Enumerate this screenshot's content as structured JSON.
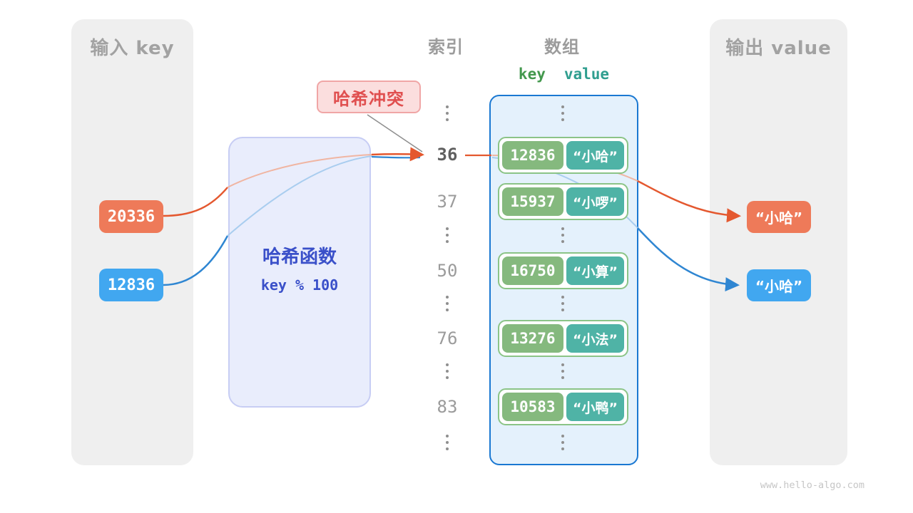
{
  "colors": {
    "orange_box": "#ee7a59",
    "orange_stroke": "#e4582f",
    "orange_light": "#f0b5a2",
    "blue_box": "#41a7f0",
    "blue_stroke": "#2f86d2",
    "blue_light": "#a9cdef",
    "key_green": "#85b97e",
    "value_teal": "#4fb3a6",
    "row_border_green": "#8bc487",
    "array_border_blue": "#1a78d2",
    "array_fill": "#e4f1fc",
    "hash_text_blue": "#3a50c9",
    "collision_red": "#e04f4f",
    "connector_gray": "#8e8e8e"
  },
  "left_panel": {
    "title": "输入 key",
    "keys": [
      {
        "value": "20336",
        "color": "orange"
      },
      {
        "value": "12836",
        "color": "blue"
      }
    ]
  },
  "hash_function": {
    "title": "哈希函数",
    "formula": "key % 100"
  },
  "collision_label": {
    "text": "哈希冲突"
  },
  "columns": {
    "index_header": "索引",
    "array_header": "数组",
    "key_header": "key",
    "value_header": "value"
  },
  "index_column": {
    "items": [
      "36",
      "37",
      "50",
      "76",
      "83"
    ],
    "highlighted": "36"
  },
  "array": {
    "rows": [
      {
        "key": "12836",
        "value": "“小哈”"
      },
      {
        "key": "15937",
        "value": "“小啰”"
      },
      {
        "key": "16750",
        "value": "“小算”"
      },
      {
        "key": "13276",
        "value": "“小法”"
      },
      {
        "key": "10583",
        "value": "“小鸭”"
      }
    ]
  },
  "right_panel": {
    "title": "输出 value",
    "outputs": [
      {
        "value": "“小哈”",
        "color": "orange"
      },
      {
        "value": "“小哈”",
        "color": "blue"
      }
    ]
  },
  "watermark": "www.hello-algo.com"
}
